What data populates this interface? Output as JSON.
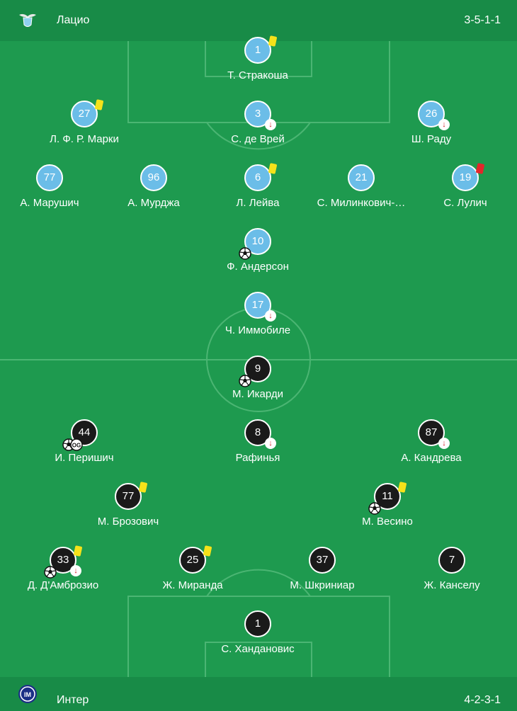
{
  "home": {
    "name": "Лацио",
    "formation": "3-5-1-1",
    "logo_icon": "lazio-eagle-icon",
    "color": "#6bbde8",
    "players": [
      {
        "num": "1",
        "name": "Т. Стракоша",
        "cards": [
          "yellow"
        ],
        "sub": false,
        "goals": 0
      },
      {
        "num": "27",
        "name": "Л. Ф. Р. Марки",
        "cards": [
          "yellow"
        ],
        "sub": false,
        "goals": 0
      },
      {
        "num": "3",
        "name": "С. де Врей",
        "cards": [],
        "sub": true,
        "goals": 0
      },
      {
        "num": "26",
        "name": "Ш. Раду",
        "cards": [],
        "sub": true,
        "goals": 0
      },
      {
        "num": "77",
        "name": "А. Марушич",
        "cards": [],
        "sub": false,
        "goals": 0
      },
      {
        "num": "96",
        "name": "А. Мурджа",
        "cards": [],
        "sub": false,
        "goals": 0
      },
      {
        "num": "6",
        "name": "Л. Лейва",
        "cards": [
          "yellow"
        ],
        "sub": false,
        "goals": 0
      },
      {
        "num": "21",
        "name": "С. Милинкович-…",
        "cards": [],
        "sub": false,
        "goals": 0
      },
      {
        "num": "19",
        "name": "С. Лулич",
        "cards": [
          "red"
        ],
        "sub": false,
        "goals": 0
      },
      {
        "num": "10",
        "name": "Ф. Андерсон",
        "cards": [],
        "sub": false,
        "goals": 1
      },
      {
        "num": "17",
        "name": "Ч. Иммобиле",
        "cards": [],
        "sub": true,
        "goals": 0
      }
    ]
  },
  "away": {
    "name": "Интер",
    "formation": "4-2-3-1",
    "logo_icon": "inter-logo-icon",
    "color": "#1a1a1a",
    "players": [
      {
        "num": "9",
        "name": "М. Икарди",
        "cards": [],
        "sub": false,
        "goals": 1
      },
      {
        "num": "44",
        "name": "И. Перишич",
        "cards": [],
        "sub": false,
        "goals": 1,
        "own_goal": true
      },
      {
        "num": "8",
        "name": "Рафинья",
        "cards": [],
        "sub": true,
        "goals": 0
      },
      {
        "num": "87",
        "name": "А. Кандрева",
        "cards": [],
        "sub": true,
        "goals": 0
      },
      {
        "num": "77",
        "name": "М. Брозович",
        "cards": [
          "yellow"
        ],
        "sub": false,
        "goals": 0
      },
      {
        "num": "11",
        "name": "М. Весино",
        "cards": [
          "yellow"
        ],
        "sub": false,
        "goals": 1
      },
      {
        "num": "33",
        "name": "Д. Д'Амброзио",
        "cards": [
          "yellow"
        ],
        "sub": true,
        "goals": 1
      },
      {
        "num": "25",
        "name": "Ж. Миранда",
        "cards": [
          "yellow"
        ],
        "sub": false,
        "goals": 0
      },
      {
        "num": "37",
        "name": "М. Шкриниар",
        "cards": [],
        "sub": false,
        "goals": 0
      },
      {
        "num": "7",
        "name": "Ж. Канселу",
        "cards": [],
        "sub": false,
        "goals": 0
      },
      {
        "num": "1",
        "name": "С. Хандановиc",
        "cards": [],
        "sub": false,
        "goals": 0
      }
    ]
  },
  "icons": {
    "card": "card-icon",
    "sub": "substitution-arrow-icon",
    "goal": "soccer-ball-icon",
    "own_goal": "own-goal-icon"
  }
}
